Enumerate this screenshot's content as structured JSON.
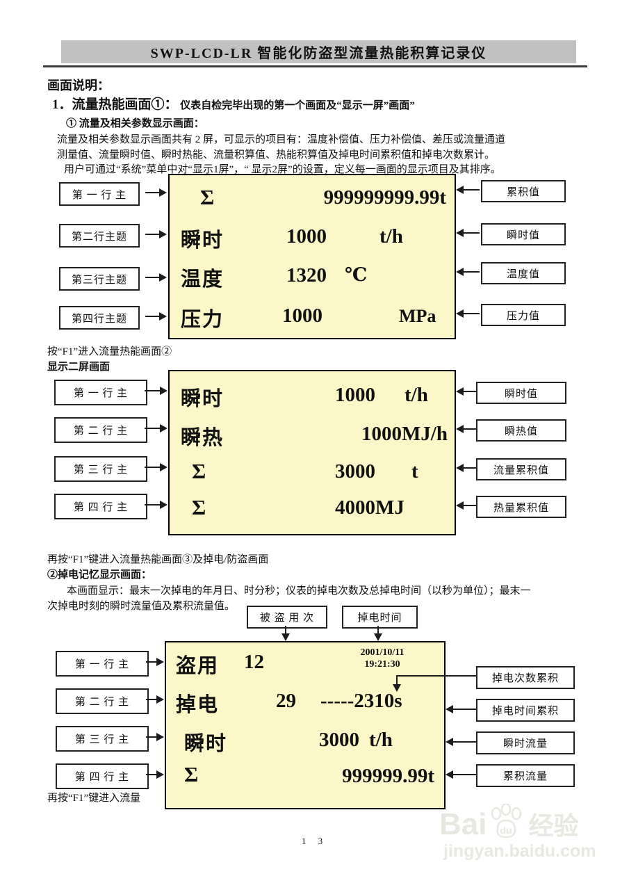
{
  "colors": {
    "header_bg": "#c1c1c1",
    "lcd_bg": "#fbf7c9",
    "connector": "#1c1c1c"
  },
  "header": {
    "title": "SWP-LCD-LR 智能化防盗型流量热能积算记录仪"
  },
  "intro": {
    "section_heading": "画面说明：",
    "item_number": "1．",
    "item_title": "流量热能画面①：",
    "item_subtitle": "仪表自检完毕出现的第一个画面及“显示一屏”画面”",
    "sub_heading": "① 流量及相关参数显示画面：",
    "para_line1": "流量及相关参数显示画面共有 2 屏，可显示的项目有：温度补偿值、压力补偿值、差压或流量通道",
    "para_line2": "测量值、流量瞬时值、瞬时热能、流量积算值、热能积算值及掉电时间累积值和掉电次数累计。",
    "para_line3": "用户可通过“系统”菜单中对“显示1屏”，“ 显示2屏”的设置，定义每一画面的显示项目及其排序。"
  },
  "display1": {
    "left_labels": [
      "第 一 行 主",
      "第二行主题",
      "第三行主题",
      "第四行主题"
    ],
    "right_labels": [
      "累积值",
      "瞬时值",
      "温度值",
      "压力值"
    ],
    "rows": [
      {
        "label": "Σ",
        "value": "999999999.99t",
        "unit": ""
      },
      {
        "label": "瞬时",
        "value": "1000",
        "unit": "t/h"
      },
      {
        "label": "温度",
        "value": "1320",
        "unit": "℃"
      },
      {
        "label": "压力",
        "value": "1000",
        "unit": "MPa"
      }
    ]
  },
  "between1": {
    "f1_note": "按“F1”进入流量热能画面②",
    "screen2_heading": "显示二屏画面"
  },
  "display2": {
    "left_labels": [
      "第 一 行 主",
      "第 二 行 主",
      "第 三 行 主",
      "第 四 行 主"
    ],
    "right_labels": [
      "瞬时值",
      "瞬热值",
      "流量累积值",
      "热量累积值"
    ],
    "rows": [
      {
        "label": "瞬时",
        "value": "1000",
        "unit": "t/h"
      },
      {
        "label": "瞬热",
        "value": "1000MJ/h",
        "unit": ""
      },
      {
        "label": "Σ",
        "value": "3000",
        "unit": "t"
      },
      {
        "label": "Σ",
        "value": "4000MJ",
        "unit": ""
      }
    ]
  },
  "between2": {
    "f1_note": "再按“F1”键进入流量热能画面③及掉电/防盗画面",
    "sub_heading": "②掉电记忆显示画面：",
    "para_line1": "本画面显示：最末一次掉电的年月日、时分秒；仪表的掉电次数及总掉电时间（以秒为单位）；最末一",
    "para_line2": "次掉电时刻的瞬时流量值及累积流量值。"
  },
  "display3": {
    "top_labels": [
      "被 盗 用 次",
      "掉电时间"
    ],
    "left_labels": [
      "第 一 行 主",
      "第 二 行 主",
      "第 三 行 主",
      "第 四 行 主"
    ],
    "right_labels": [
      "掉电次数累积",
      "掉电时间累积",
      "瞬时流量",
      "累积流量"
    ],
    "row1": {
      "label": "盗用",
      "value": "12",
      "datetime_date": "2001/10/11",
      "datetime_time": "19:21:30"
    },
    "row2": {
      "label": "掉电",
      "value": "29",
      "value2": "-----2310s"
    },
    "row3": {
      "label": "瞬时",
      "value": "3000",
      "unit": "t/h"
    },
    "row4": {
      "label": "Σ",
      "value": "999999.99t"
    }
  },
  "footer": {
    "f1_note": "再按“F1”键进入流量",
    "page_number": "1 3"
  },
  "watermark": {
    "brand_latin": "Bai",
    "paw_text": "du",
    "brand_cn": "经验",
    "url": "jingyan.baidu.com"
  }
}
